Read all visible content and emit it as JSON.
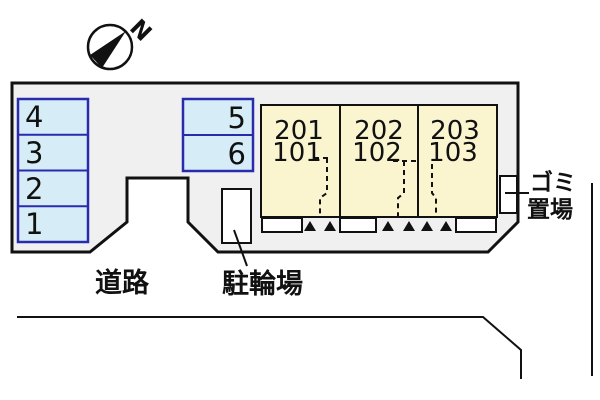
{
  "compass": {
    "north_label": "N"
  },
  "site": {
    "fill": "#f0f0f0"
  },
  "parking_left": {
    "fill": "#d6edf8",
    "border": "#2a2aad",
    "spaces": [
      "4",
      "3",
      "2",
      "1"
    ]
  },
  "parking_mid": {
    "fill": "#d6edf8",
    "border": "#2a2aad",
    "spaces": [
      "5",
      "6"
    ]
  },
  "building": {
    "fill": "#faf4cf",
    "units": [
      {
        "line1": "201",
        "line2": "101"
      },
      {
        "line1": "202",
        "line2": "102"
      },
      {
        "line1": "203",
        "line2": "103"
      }
    ]
  },
  "labels": {
    "road": "道路",
    "bicycle_parking": "駐輪場",
    "garbage_line1": "ゴミ",
    "garbage_line2": "置場"
  },
  "colors": {
    "site_fill": "#f0f0f0",
    "parking_fill": "#d6edf8",
    "parking_border": "#2a2aad",
    "building_fill": "#faf4cf",
    "line": "#111111"
  }
}
